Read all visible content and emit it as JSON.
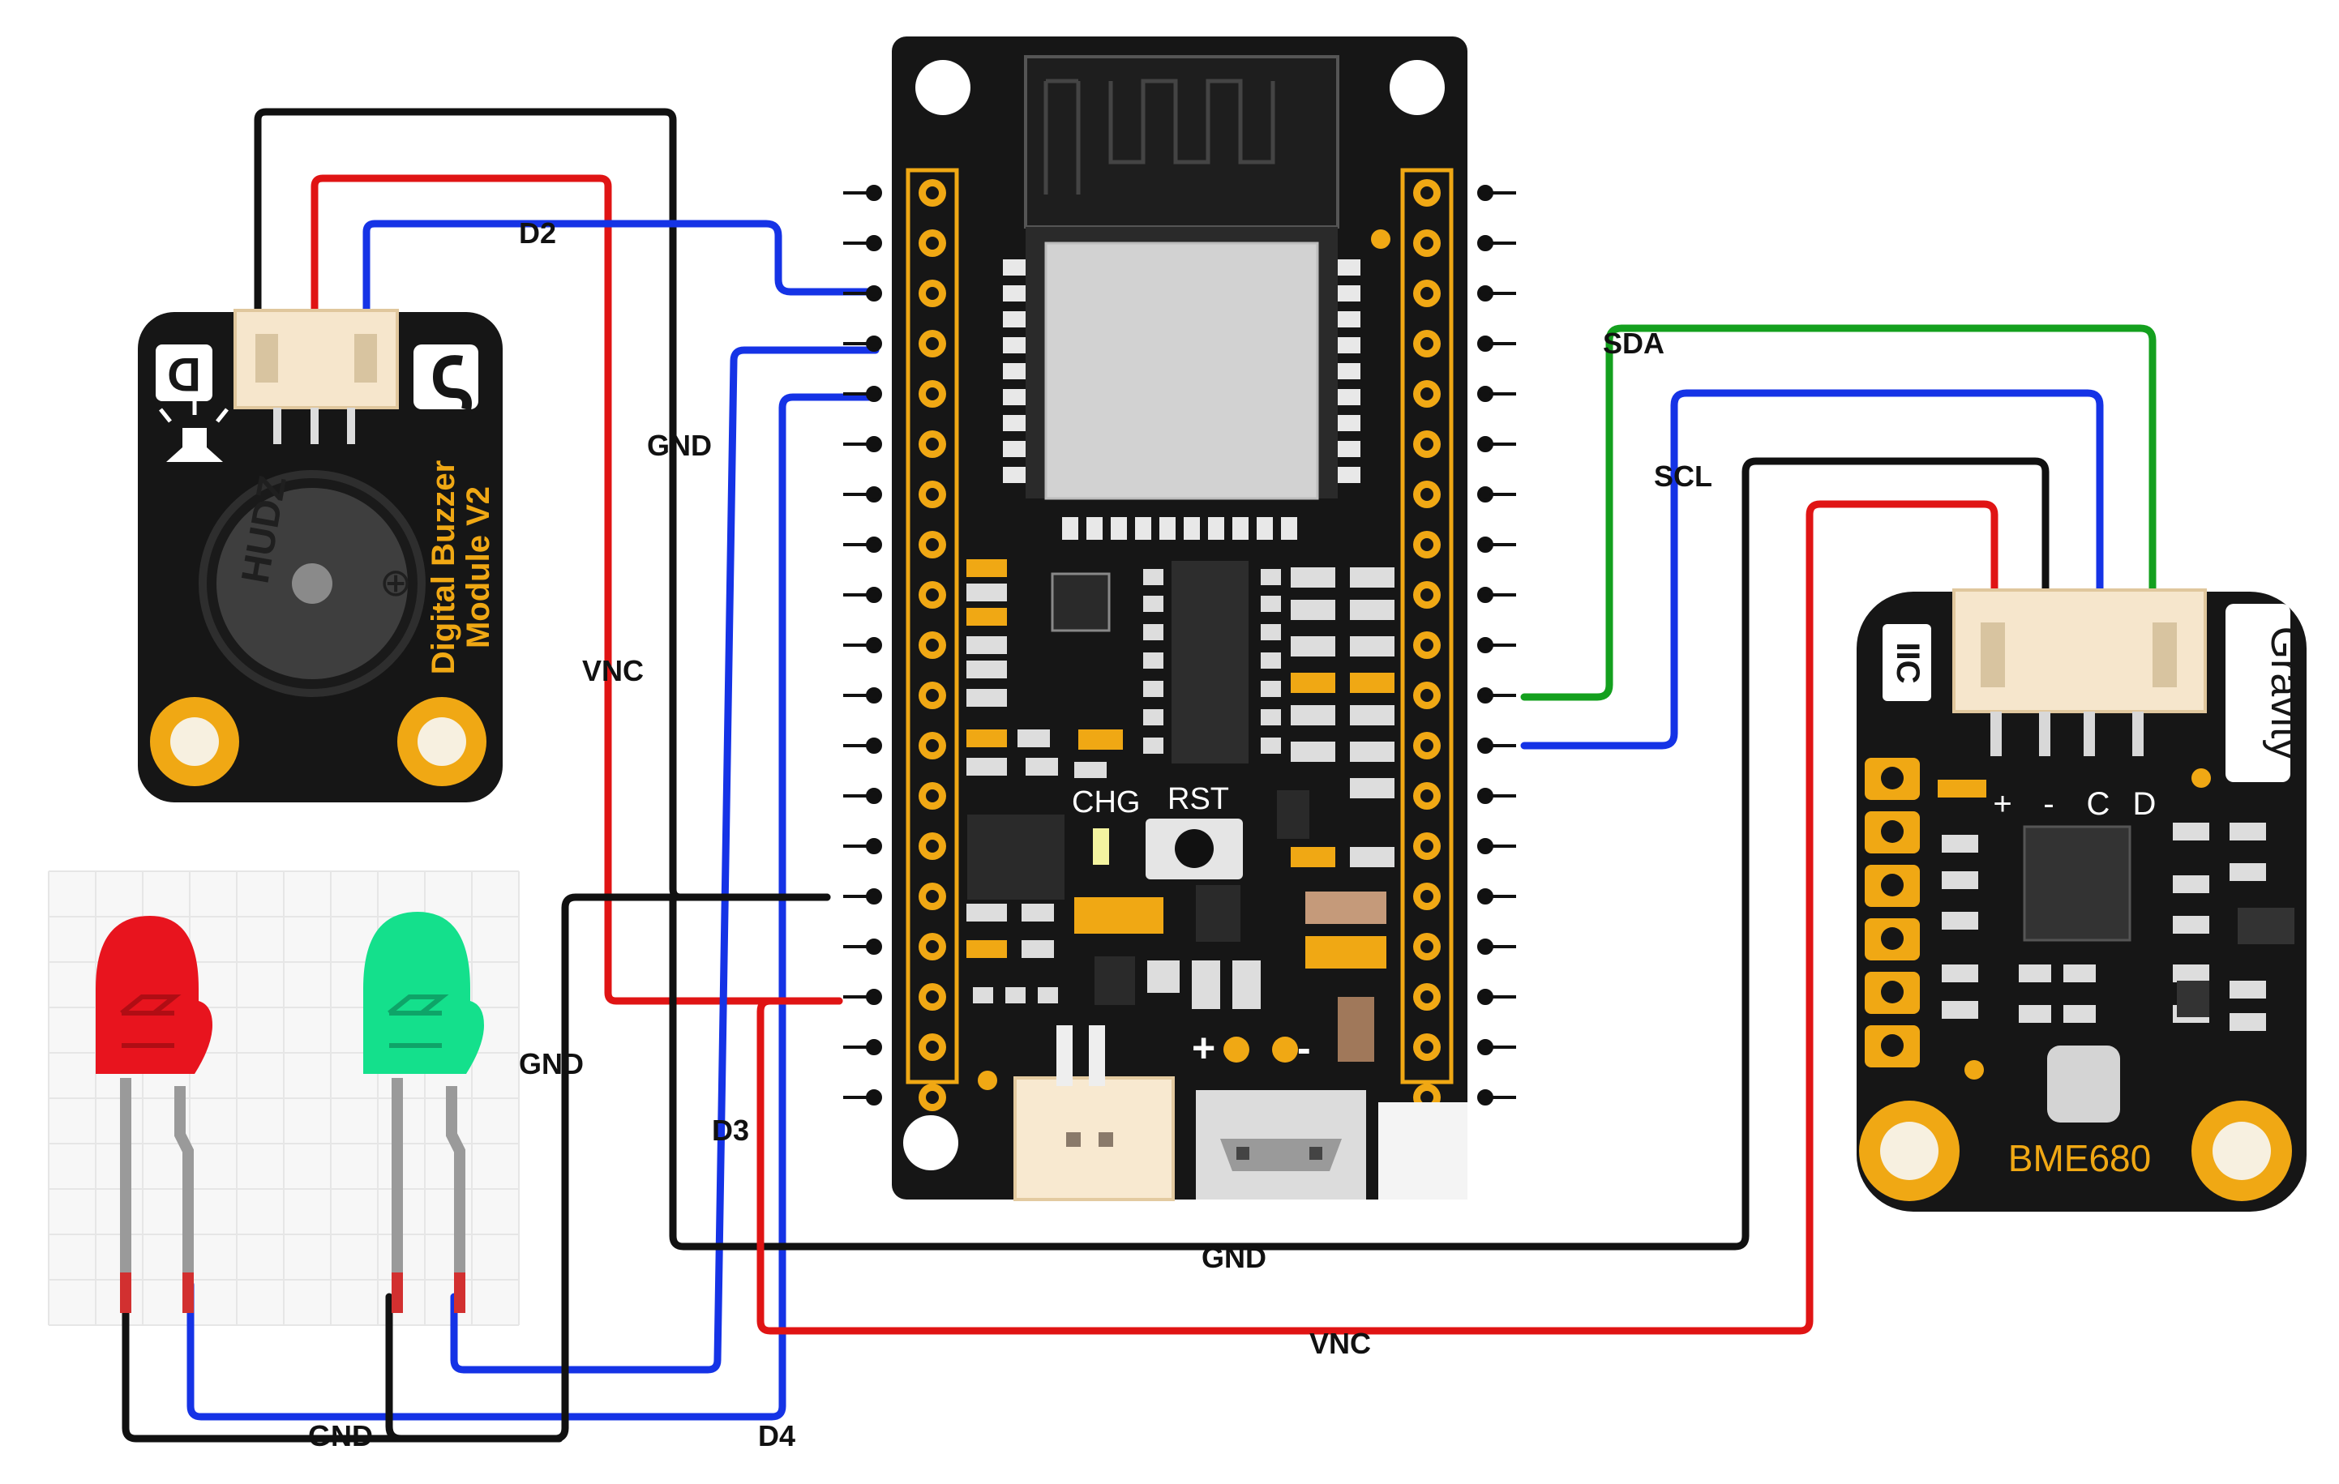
{
  "diagram": {
    "wire_labels": {
      "buzzer_signal": "D2",
      "buzzer_gnd": "GND",
      "buzzer_vcc": "VNC",
      "led_gnd_left": "GND",
      "led_red_signal": "D3",
      "led_gnd_bottom": "GND",
      "led_green_signal": "D4",
      "sensor_sda": "SDA",
      "sensor_scl": "SCL",
      "sensor_gnd": "GND",
      "sensor_vcc": "VNC"
    },
    "buzzer_module": {
      "name_line1": "Digital Buzzer",
      "name_line2": "Module V2",
      "type_badge": "D",
      "buzzer_marking": "HUDZ"
    },
    "esp32_board": {
      "chg_label": "CHG",
      "rst_label": "RST",
      "plus_label": "+",
      "minus_label": "-"
    },
    "bme680_module": {
      "brand": "Gravity",
      "interface": "IIC",
      "sensor_name": "BME680",
      "pin_labels": [
        "+",
        "-",
        "C",
        "D"
      ]
    },
    "colors": {
      "wire_black": "#111111",
      "wire_red": "#e01414",
      "wire_blue": "#1533e6",
      "wire_green": "#14a01e",
      "board_black": "#161616",
      "pad_gold": "#f0a814",
      "led_red": "#e8141e",
      "led_green": "#14e08c"
    },
    "icons": [
      "buzzer-icon",
      "dfrobot-logo-icon",
      "led-red-icon",
      "led-green-icon",
      "micro-usb-icon"
    ]
  }
}
